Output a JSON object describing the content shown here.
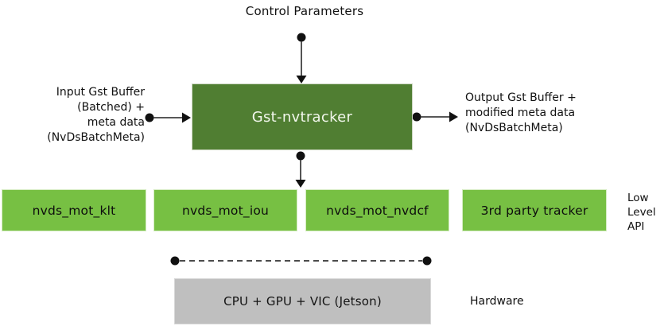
{
  "diagram": {
    "title": "Control Parameters",
    "tracker": {
      "label": "Gst-nvtracker"
    },
    "input_label": "Input Gst Buffer\n(Batched) +\nmeta data\n(NvDsBatchMeta)",
    "output_label": "Output Gst Buffer +\nmodified meta data\n(NvDsBatchMeta)",
    "low_level": {
      "blocks": [
        {
          "label": "nvds_mot_klt"
        },
        {
          "label": "nvds_mot_iou"
        },
        {
          "label": "nvds_mot_nvdcf"
        },
        {
          "label": "3rd party tracker"
        }
      ],
      "side_label": "Low\nLevel\nAPI"
    },
    "hardware": {
      "block_label": "CPU + GPU + VIC (Jetson)",
      "side_label": "Hardware"
    },
    "colors": {
      "tracker_dark_green": "#507E32",
      "low_level_light_green": "#77C043",
      "hardware_gray": "#BFBFBF",
      "connector_black": "#111111",
      "connector_line_gray": "#404040"
    }
  }
}
